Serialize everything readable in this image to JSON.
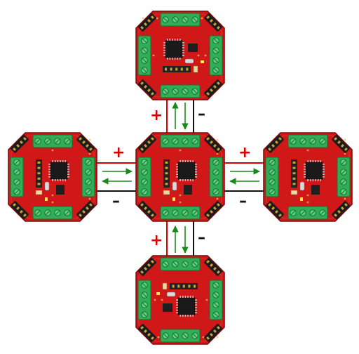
{
  "diagram": {
    "boards": [
      {
        "id": "top"
      },
      {
        "id": "left"
      },
      {
        "id": "center"
      },
      {
        "id": "right"
      },
      {
        "id": "bottom"
      }
    ],
    "links": [
      {
        "id": "top-center",
        "plus": "+",
        "minus": "–"
      },
      {
        "id": "left-center",
        "plus": "+",
        "minus": "–"
      },
      {
        "id": "center-right",
        "plus": "+",
        "minus": "–"
      },
      {
        "id": "center-bottom",
        "plus": "+",
        "minus": "–"
      }
    ],
    "colors": {
      "pcb": "#d01818",
      "pcb_edge": "#7a0a0a",
      "terminal": "#2fae55",
      "terminal_dark": "#1a6f35",
      "positive_wire": "#d80000",
      "negative_wire": "#111111",
      "arrow": "#1a8a1a",
      "plus_label": "#d80000",
      "minus_label": "#111111"
    }
  }
}
